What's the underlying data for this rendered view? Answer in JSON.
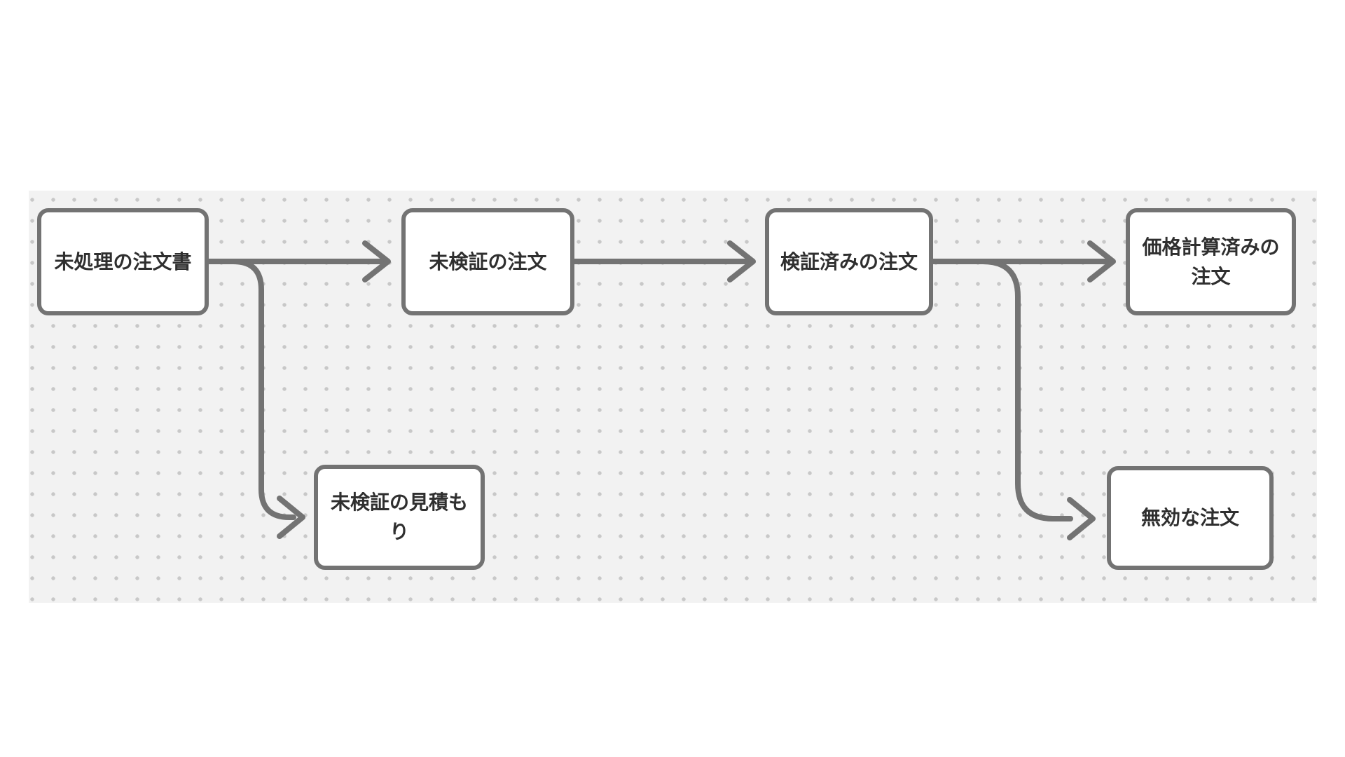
{
  "styles": {
    "canvas_background": "#f2f2f2",
    "grid_dot_color": "#c8c8c8",
    "node_fill": "#ffffff",
    "node_border_color": "#737373",
    "edge_color": "#737373",
    "text_color": "#2f2f2f"
  },
  "diagram": {
    "type": "flowchart-left-to-right",
    "nodes": [
      {
        "id": "unprocessed-order-form",
        "label": "未処理の注文書"
      },
      {
        "id": "unvalidated-order",
        "label": "未検証の注文"
      },
      {
        "id": "validated-order",
        "label": "検証済みの注文"
      },
      {
        "id": "priced-order",
        "label": "価格計算済みの注文"
      },
      {
        "id": "unvalidated-quote",
        "label": "未検証の見積もり"
      },
      {
        "id": "invalid-order",
        "label": "無効な注文"
      }
    ],
    "edges": [
      {
        "from": "未処理の注文書",
        "to": "未検証の注文"
      },
      {
        "from": "未処理の注文書",
        "to": "未検証の見積もり"
      },
      {
        "from": "未検証の注文",
        "to": "検証済みの注文"
      },
      {
        "from": "検証済みの注文",
        "to": "価格計算済みの注文"
      },
      {
        "from": "検証済みの注文",
        "to": "無効な注文"
      }
    ]
  }
}
